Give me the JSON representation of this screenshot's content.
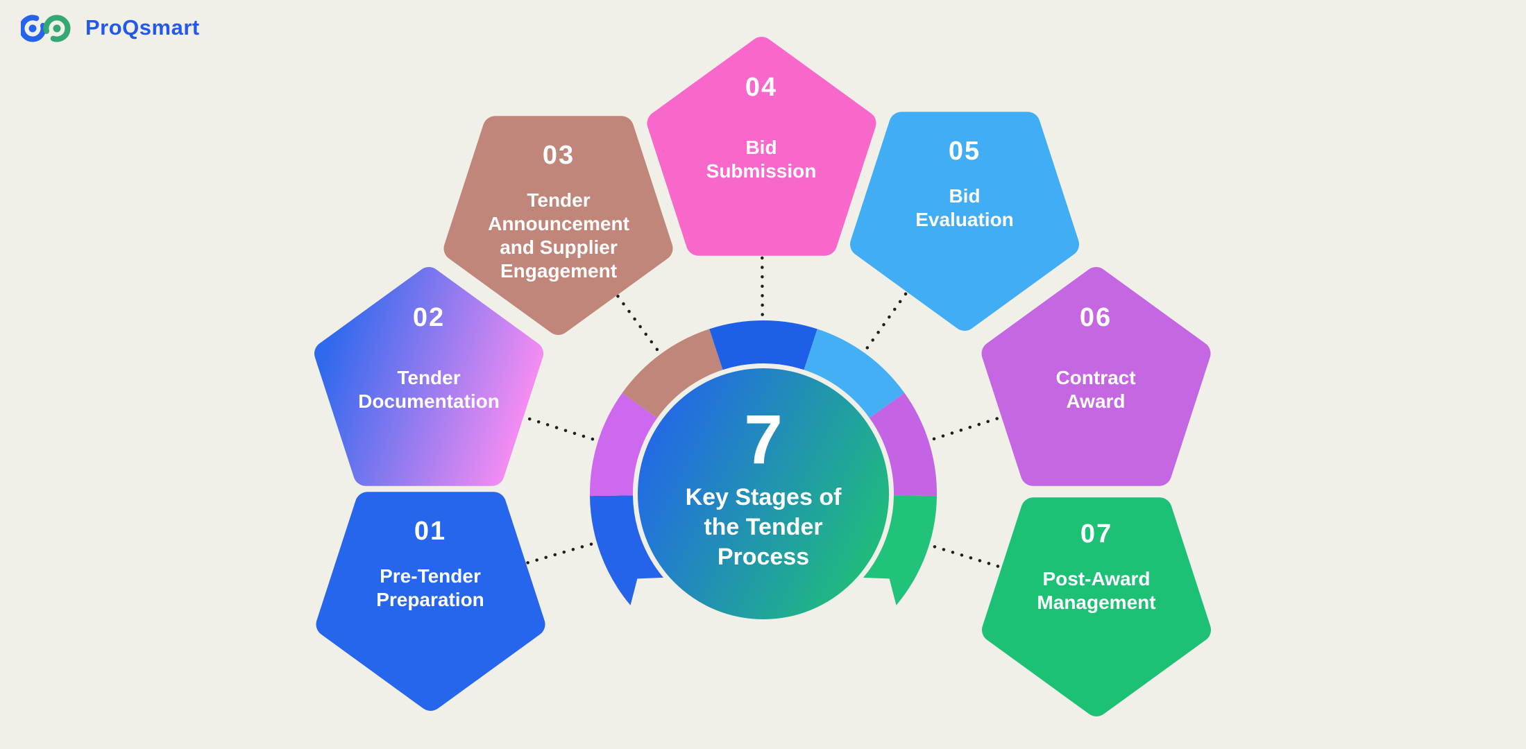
{
  "brand": {
    "name": "ProQsmart",
    "icon_blue": "#2563EB",
    "icon_green": "#33A873",
    "text_color": "#2458E8"
  },
  "background": "#F0F0E8",
  "connector_color": "#1F1F1F",
  "center": {
    "count": "7",
    "title_lines": [
      "Key Stages of",
      "the Tender",
      "Process"
    ],
    "gradient_from": "#2365EB",
    "gradient_to": "#1FC077"
  },
  "ring": {
    "segment_colors": [
      "#2563EB",
      "#CE68EF",
      "#C1867A",
      "#1D5FE7",
      "#45AFF6",
      "#C463E4",
      "#20C379"
    ]
  },
  "stages": [
    {
      "number": "01",
      "label_lines": [
        "Pre-Tender",
        "Preparation"
      ],
      "color": "#2666EC"
    },
    {
      "number": "02",
      "label_lines": [
        "Tender",
        "Documentation"
      ],
      "gradient_from": "#2F69ED",
      "gradient_to": "#F78DF2"
    },
    {
      "number": "03",
      "label_lines": [
        "Tender",
        "Announcement",
        "and Supplier",
        "Engagement"
      ],
      "color": "#C1867A"
    },
    {
      "number": "04",
      "label_lines": [
        "Bid",
        "Submission"
      ],
      "color": "#F868CB"
    },
    {
      "number": "05",
      "label_lines": [
        "Bid",
        "Evaluation"
      ],
      "color": "#41ADF5"
    },
    {
      "number": "06",
      "label_lines": [
        "Contract",
        "Award"
      ],
      "color": "#C566E2"
    },
    {
      "number": "07",
      "label_lines": [
        "Post-Award",
        "Management"
      ],
      "color": "#1CC175"
    }
  ]
}
